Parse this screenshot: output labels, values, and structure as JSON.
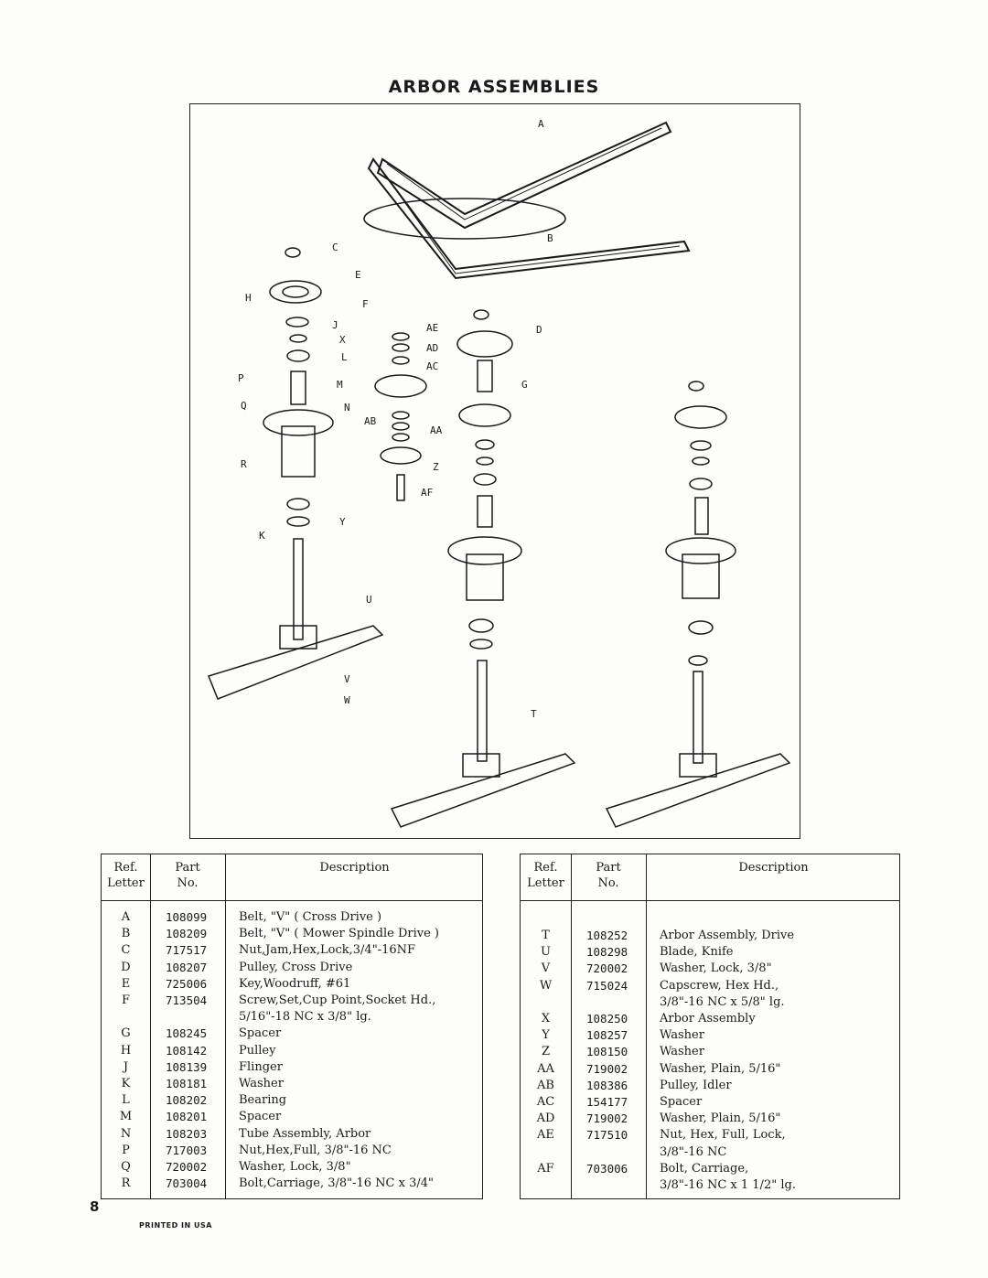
{
  "title": "ARBOR ASSEMBLIES",
  "diagram": {
    "callouts": [
      "A",
      "B",
      "C",
      "E",
      "H",
      "F",
      "J",
      "X",
      "L",
      "P",
      "M",
      "Q",
      "N",
      "R",
      "AE",
      "AD",
      "AC",
      "D",
      "G",
      "AB",
      "AA",
      "Z",
      "AF",
      "K",
      "Y",
      "U",
      "V",
      "W",
      "T"
    ]
  },
  "table_headers": {
    "ref": [
      "Ref.",
      "Letter"
    ],
    "part": [
      "Part",
      "No."
    ],
    "description": "Description"
  },
  "parts_left": [
    {
      "ref": "A",
      "part": "108099",
      "desc": "Belt, \"V\" ( Cross Drive )"
    },
    {
      "ref": "B",
      "part": "108209",
      "desc": "Belt, \"V\" ( Mower Spindle Drive )"
    },
    {
      "ref": "C",
      "part": "717517",
      "desc": "Nut,Jam,Hex,Lock,3/4\"-16NF"
    },
    {
      "ref": "D",
      "part": "108207",
      "desc": "Pulley, Cross Drive"
    },
    {
      "ref": "E",
      "part": "725006",
      "desc": "Key,Woodruff, #61"
    },
    {
      "ref": "F",
      "part": "713504",
      "desc": "Screw,Set,Cup Point,Socket Hd.,"
    },
    {
      "ref": "",
      "part": "",
      "desc": "5/16\"-18 NC x 3/8\" lg."
    },
    {
      "ref": "G",
      "part": "108245",
      "desc": "Spacer"
    },
    {
      "ref": "H",
      "part": "108142",
      "desc": "Pulley"
    },
    {
      "ref": "J",
      "part": "108139",
      "desc": "Flinger"
    },
    {
      "ref": "K",
      "part": "108181",
      "desc": "Washer"
    },
    {
      "ref": "L",
      "part": "108202",
      "desc": "Bearing"
    },
    {
      "ref": "M",
      "part": "108201",
      "desc": "Spacer"
    },
    {
      "ref": "N",
      "part": "108203",
      "desc": "Tube Assembly, Arbor"
    },
    {
      "ref": "P",
      "part": "717003",
      "desc": "Nut,Hex,Full, 3/8\"-16 NC"
    },
    {
      "ref": "Q",
      "part": "720002",
      "desc": "Washer, Lock, 3/8\""
    },
    {
      "ref": "R",
      "part": "703004",
      "desc": "Bolt,Carriage, 3/8\"-16 NC x 3/4\""
    }
  ],
  "parts_right": [
    {
      "ref": "T",
      "part": "108252",
      "desc": "Arbor Assembly, Drive"
    },
    {
      "ref": "U",
      "part": "108298",
      "desc": "Blade, Knife"
    },
    {
      "ref": "V",
      "part": "720002",
      "desc": "Washer, Lock, 3/8\""
    },
    {
      "ref": "W",
      "part": "715024",
      "desc": "Capscrew, Hex Hd.,"
    },
    {
      "ref": "",
      "part": "",
      "desc": "3/8\"-16 NC x 5/8\" lg."
    },
    {
      "ref": "X",
      "part": "108250",
      "desc": "Arbor Assembly"
    },
    {
      "ref": "Y",
      "part": "108257",
      "desc": "Washer"
    },
    {
      "ref": "Z",
      "part": "108150",
      "desc": "Washer"
    },
    {
      "ref": "AA",
      "part": "719002",
      "desc": "Washer, Plain, 5/16\""
    },
    {
      "ref": "AB",
      "part": "108386",
      "desc": "Pulley, Idler"
    },
    {
      "ref": "AC",
      "part": "154177",
      "desc": "Spacer"
    },
    {
      "ref": "AD",
      "part": "719002",
      "desc": "Washer, Plain, 5/16\""
    },
    {
      "ref": "AE",
      "part": "717510",
      "desc": "Nut, Hex, Full, Lock,"
    },
    {
      "ref": "",
      "part": "",
      "desc": "3/8\"-16 NC"
    },
    {
      "ref": "AF",
      "part": "703006",
      "desc": "Bolt, Carriage,"
    },
    {
      "ref": "",
      "part": "",
      "desc": "3/8\"-16 NC x 1 1/2\" lg."
    }
  ],
  "page_number": "8",
  "footer": "PRINTED IN USA"
}
